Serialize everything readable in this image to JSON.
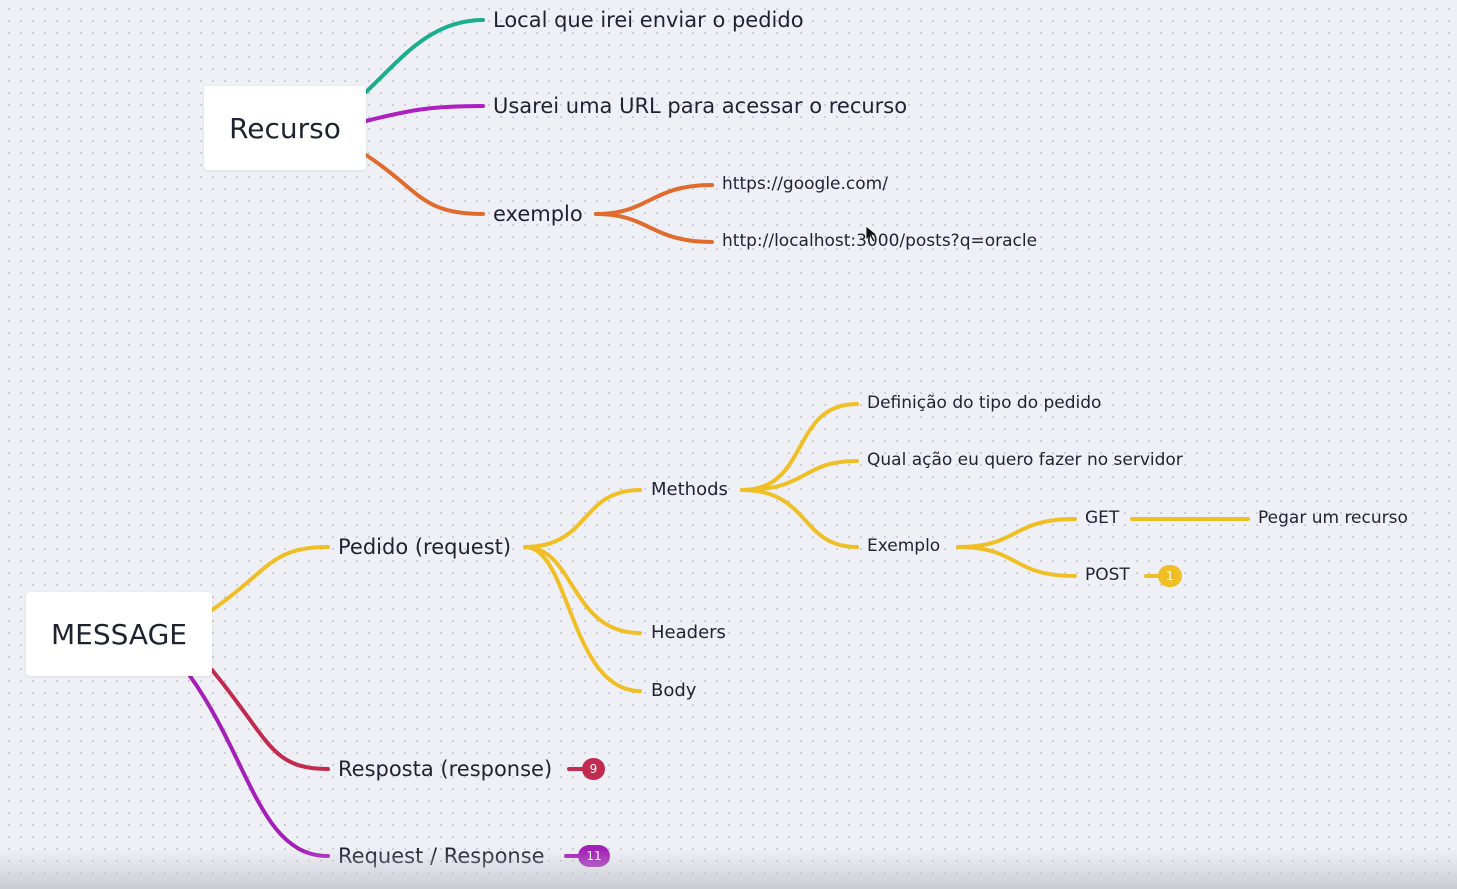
{
  "colors": {
    "teal": "#1aae8e",
    "purple": "#ad1fbf",
    "orange": "#e06b2c",
    "yellow": "#f0bf26",
    "crimson": "#c12b4f",
    "violet": "#a41fb8"
  },
  "recurso": {
    "title": "Recurso",
    "branches": {
      "local": "Local que irei enviar o pedido",
      "url": "Usarei uma URL para acessar o recurso",
      "exemplo": {
        "label": "exemplo",
        "items": {
          "google": "https://google.com/",
          "localhost": "http://localhost:3000/posts?q=oracle"
        }
      }
    }
  },
  "message": {
    "title": "MESSAGE",
    "pedido": {
      "label": "Pedido (request)",
      "methods": {
        "label": "Methods",
        "definicao": "Definição do tipo do pedido",
        "qual_acao": "Qual ação eu quero fazer no servidor",
        "exemplo": {
          "label": "Exemplo",
          "get": {
            "label": "GET",
            "desc": "Pegar um recurso"
          },
          "post": {
            "label": "POST",
            "badge": "1"
          }
        }
      },
      "headers": "Headers",
      "body": "Body"
    },
    "resposta": {
      "label": "Resposta (response)",
      "badge": "9"
    },
    "request_response": {
      "label": "Request / Response",
      "badge": "11"
    }
  }
}
